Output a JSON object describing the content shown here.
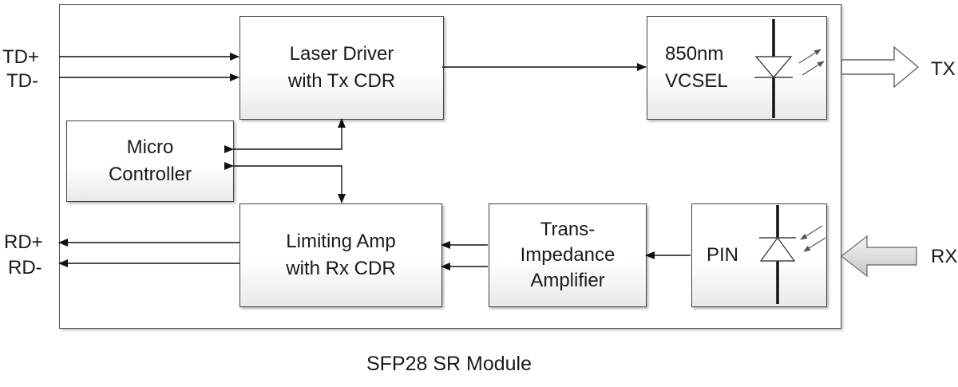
{
  "diagram": {
    "caption": "SFP28 SR Module",
    "blocks": {
      "laser_driver": [
        "Laser Driver",
        "with Tx CDR"
      ],
      "vcsel": [
        "850nm",
        "VCSEL"
      ],
      "micro_controller": [
        "Micro",
        "Controller"
      ],
      "limiting_amp": [
        "Limiting Amp",
        "with Rx CDR"
      ],
      "tia": [
        "Trans-",
        "Impedance",
        "Amplifier"
      ],
      "pin": [
        "PIN"
      ]
    },
    "ports": {
      "td_plus": "TD+",
      "td_minus": "TD-",
      "rd_plus": "RD+",
      "rd_minus": "RD-",
      "tx": "TX",
      "rx": "RX"
    }
  }
}
